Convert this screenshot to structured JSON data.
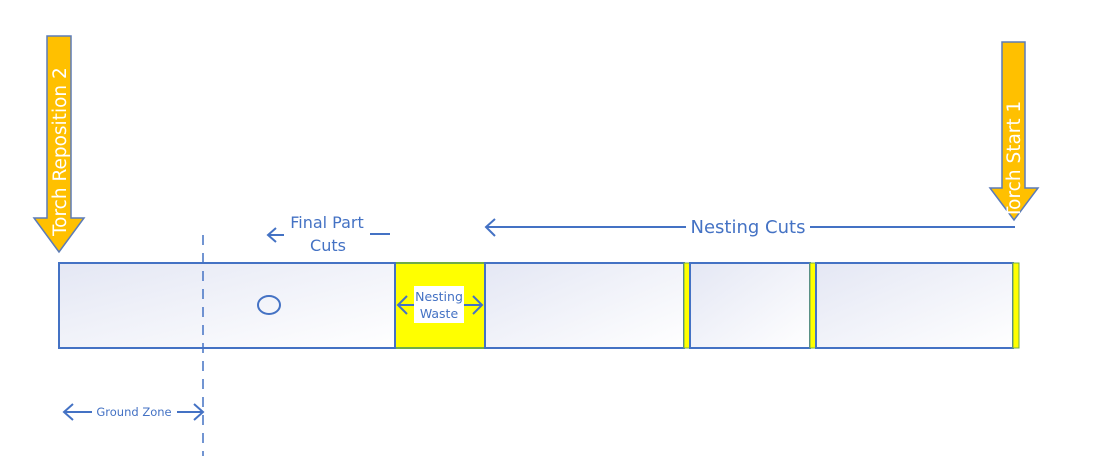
{
  "colors": {
    "line": "#4472c4",
    "arrow_fill": "#ffc000",
    "arrow_stroke": "#5b7bb8",
    "waste_fill": "#ffff00",
    "waste_edge": "#70ad47",
    "panel_grad_start": "#e4e7f4",
    "panel_grad_end": "#ffffff",
    "arrow_text": "#ffffff"
  },
  "torch_arrows": [
    {
      "id": "reposition",
      "label": "Torch Reposition 2"
    },
    {
      "id": "start",
      "label": "Torch Start 1"
    }
  ],
  "labels": {
    "final_part_cuts_line1": "Final Part",
    "final_part_cuts_line2": "Cuts",
    "nesting_cuts": "Nesting Cuts",
    "nesting_waste_line1": "Nesting",
    "nesting_waste_line2": "Waste",
    "ground_zone": "Ground Zone"
  },
  "strip": {
    "segments": [
      {
        "kind": "part",
        "name": "final-part"
      },
      {
        "kind": "waste",
        "name": "nesting-waste-wide"
      },
      {
        "kind": "part",
        "name": "nested-part-1"
      },
      {
        "kind": "waste",
        "name": "kerf-1"
      },
      {
        "kind": "part",
        "name": "nested-part-2"
      },
      {
        "kind": "waste",
        "name": "kerf-2"
      },
      {
        "kind": "part",
        "name": "nested-part-3"
      },
      {
        "kind": "waste",
        "name": "kerf-3"
      }
    ],
    "features": [
      "hole"
    ]
  }
}
